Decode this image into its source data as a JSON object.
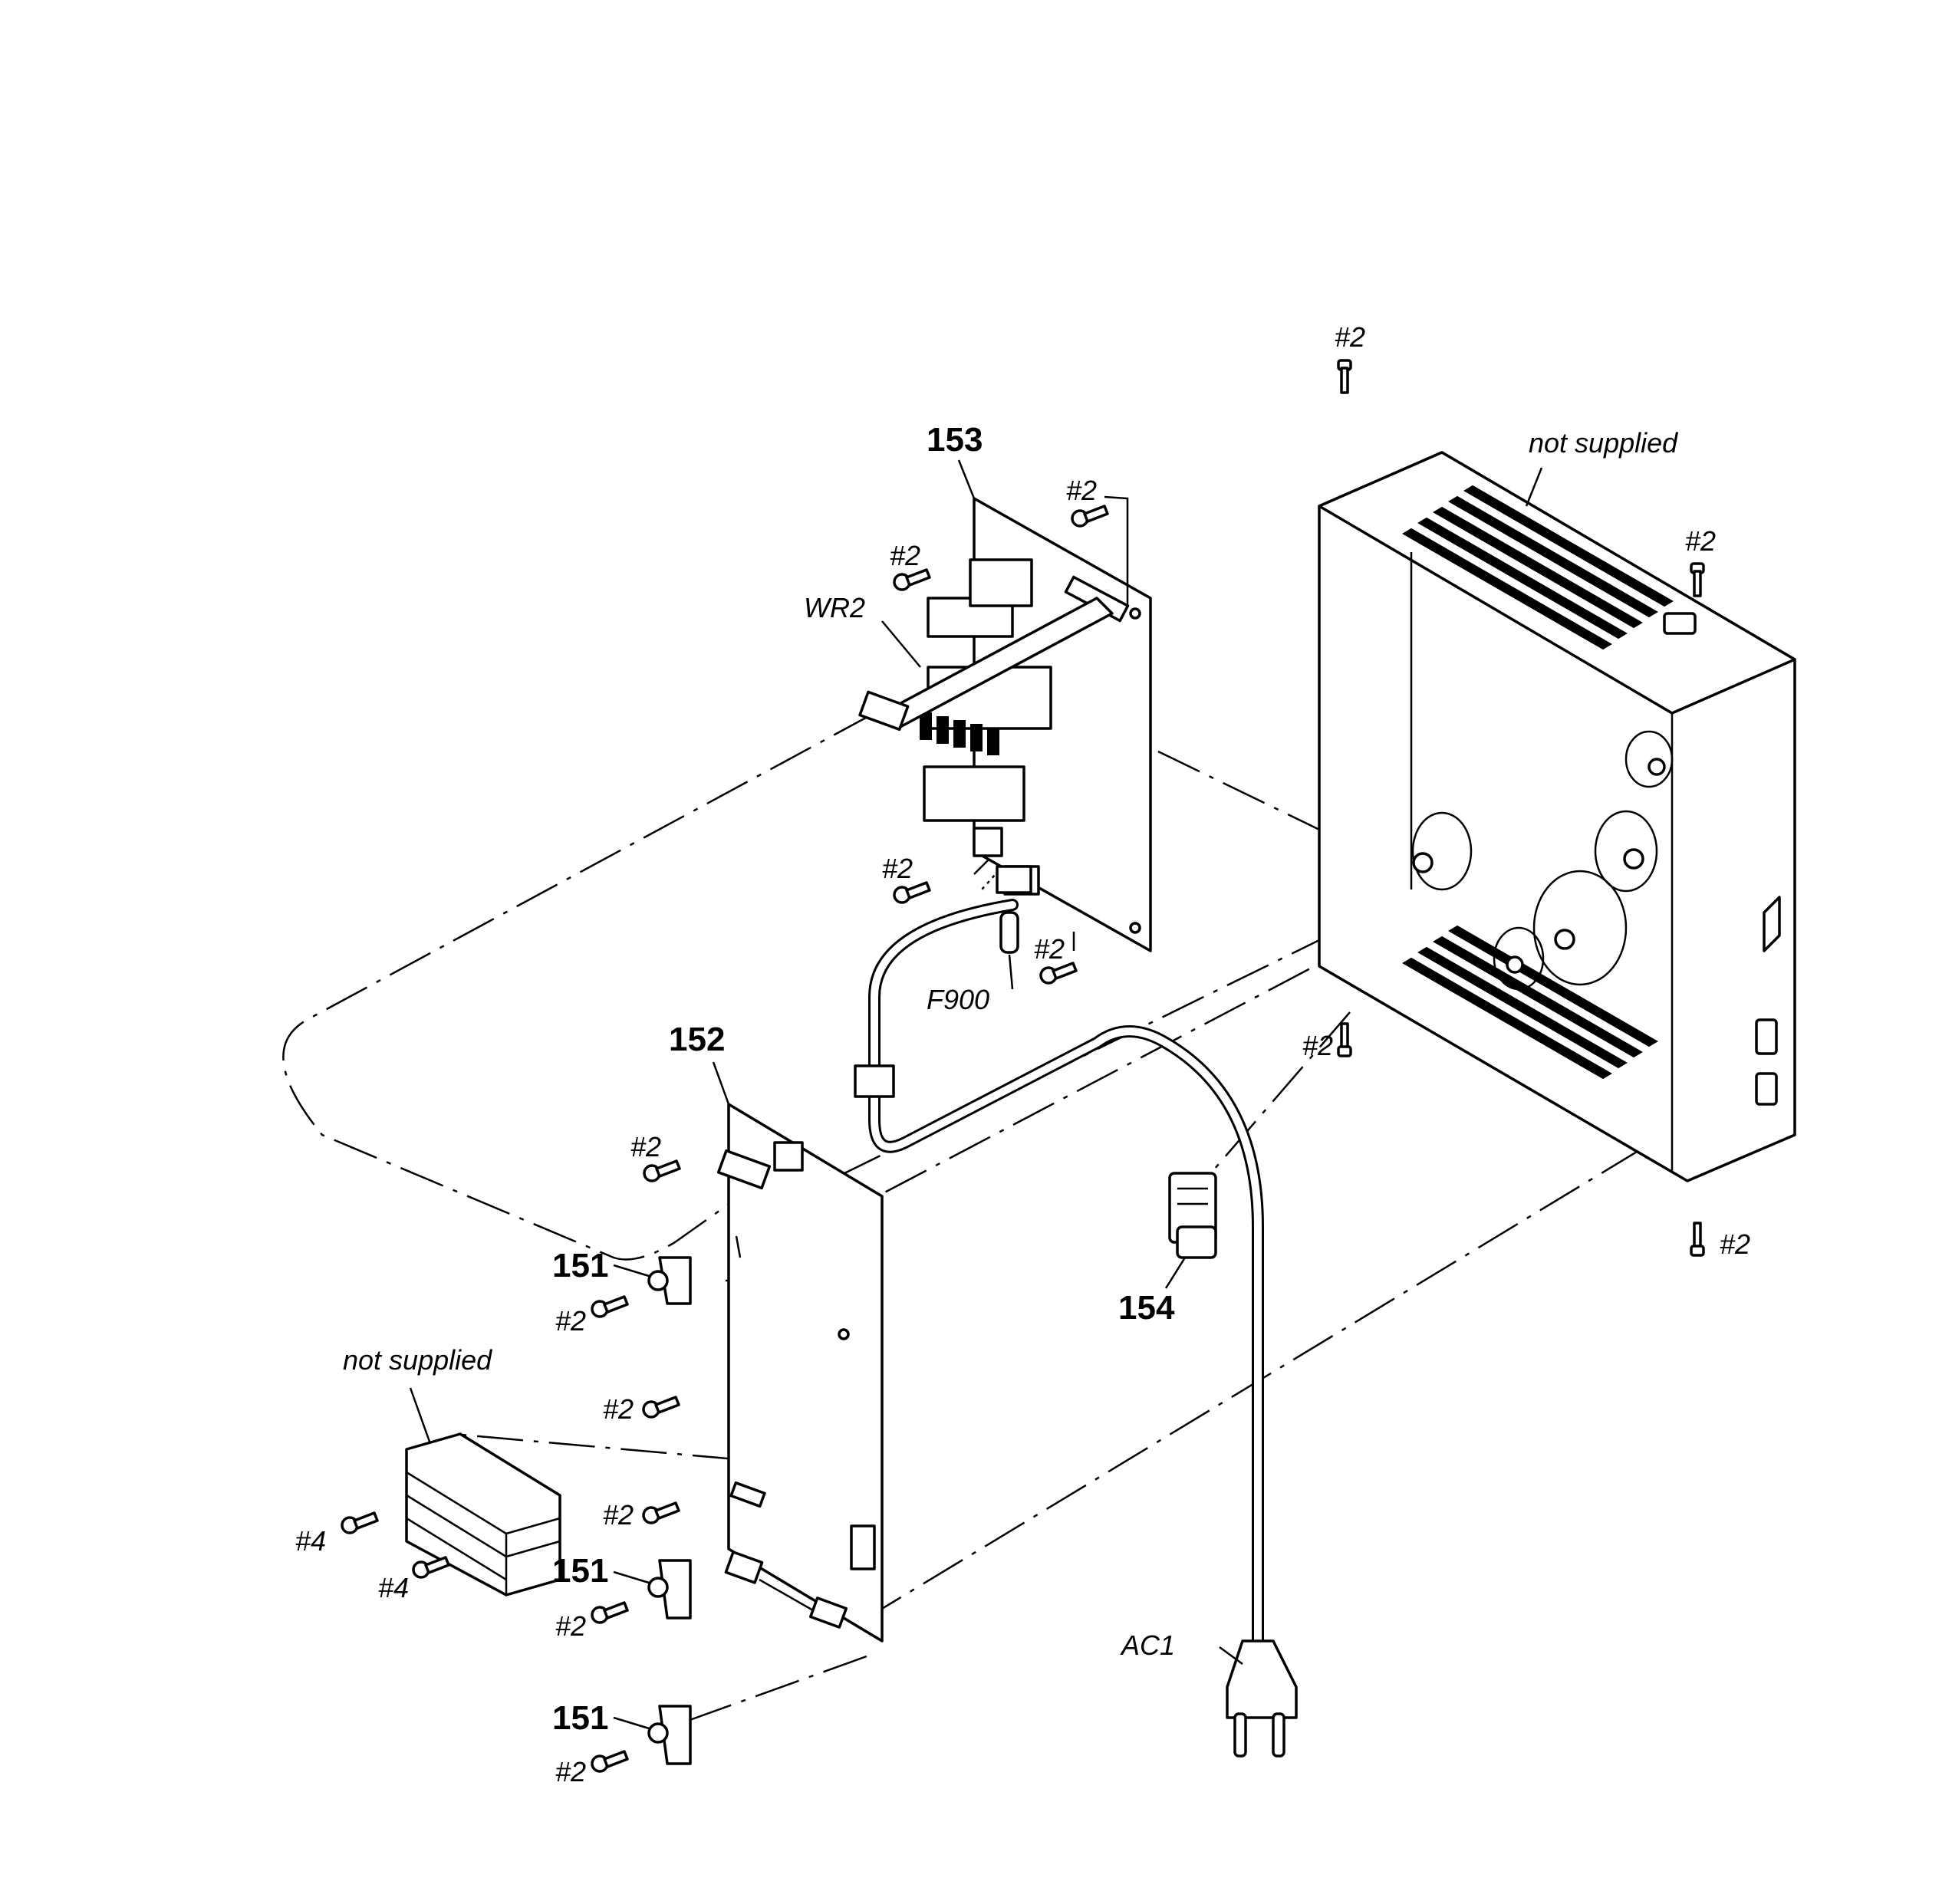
{
  "labels": {
    "p153": "153",
    "p152": "152",
    "p154": "154",
    "p151": "151",
    "wr2": "WR2",
    "f900": "F900",
    "ac1": "AC1",
    "not_supplied": "not supplied",
    "screw2": "#2",
    "screw4": "#4"
  }
}
